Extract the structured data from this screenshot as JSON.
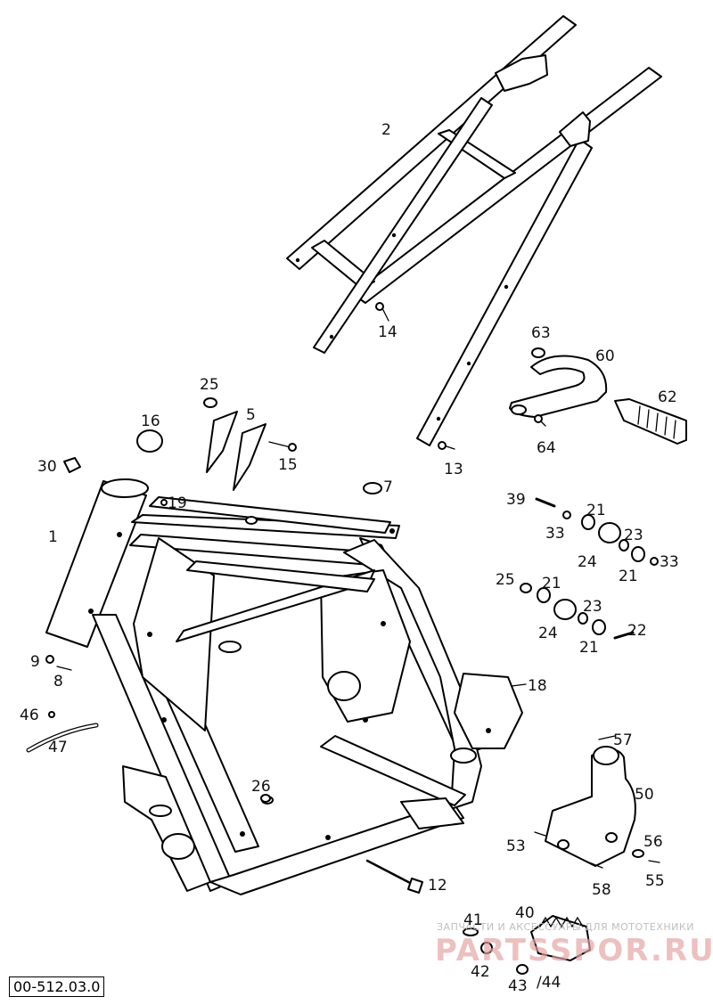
{
  "diagram_code": "00-512.03.0",
  "watermark": {
    "tagline": "ЗАПЧАСТИ И АКСЕССУАРЫ ДЛЯ МОТОТЕХНИКИ",
    "brand": "PARTSSPOR.RU"
  },
  "callouts": {
    "c1": "1",
    "c2": "2",
    "c5": "5",
    "c7": "7",
    "c8": "8",
    "c9": "9",
    "c12": "12",
    "c13": "13",
    "c14": "14",
    "c15": "15",
    "c16": "16",
    "c18": "18",
    "c19": "19",
    "c21a": "21",
    "c21b": "21",
    "c21c": "21",
    "c21d": "21",
    "c22": "22",
    "c23a": "23",
    "c23b": "23",
    "c24a": "24",
    "c24b": "24",
    "c25a": "25",
    "c25b": "25",
    "c26": "26",
    "c30": "30",
    "c33a": "33",
    "c33b": "33",
    "c39": "39",
    "c40": "40",
    "c41": "41",
    "c42": "42",
    "c43": "43",
    "c44": "/44",
    "c46": "46",
    "c47": "47",
    "c50": "50",
    "c53": "53",
    "c55": "55",
    "c56": "56",
    "c57": "57",
    "c58": "58",
    "c60": "60",
    "c62": "62",
    "c63": "63",
    "c64": "64"
  }
}
